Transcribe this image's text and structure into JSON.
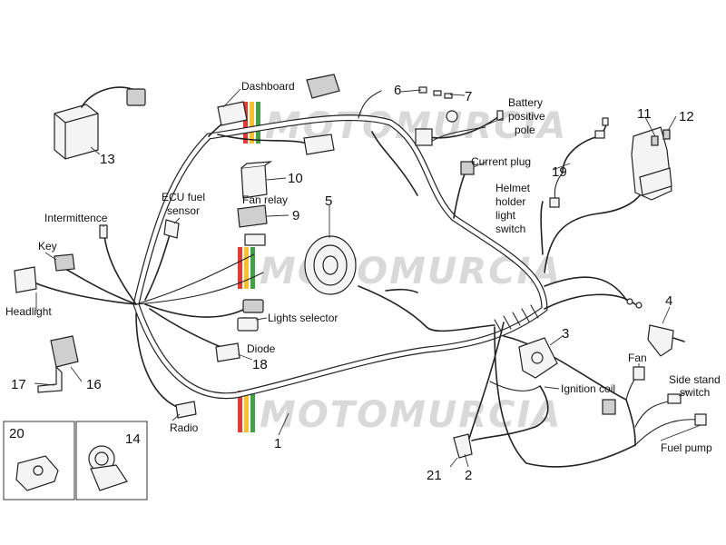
{
  "watermark": {
    "text": "MOTOMURCIA",
    "colors": [
      "#e53935",
      "#fbc02d",
      "#43a047"
    ]
  },
  "labels": {
    "dashboard": "Dashboard",
    "battery_positive_pole_1": "Battery",
    "battery_positive_pole_2": "positive",
    "battery_positive_pole_3": "pole",
    "current_plug": "Current plug",
    "helmet_1": "Helmet",
    "helmet_2": "holder",
    "helmet_3": "light",
    "helmet_4": "switch",
    "ecu_1": "ECU fuel",
    "ecu_2": "sensor",
    "fan_relay": "Fan relay",
    "intermittence": "Intermittence",
    "key": "Key",
    "headlight": "Headlight",
    "lights_selector": "Lights selector",
    "diode": "Diode",
    "radio": "Radio",
    "ignition_coil": "Ignition coil",
    "fan": "Fan",
    "side_stand_1": "Side stand",
    "side_stand_2": "switch",
    "fuel_pump": "Fuel pump"
  },
  "numbers": {
    "n1": "1",
    "n2": "2",
    "n3": "3",
    "n4": "4",
    "n5": "5",
    "n6": "6",
    "n7": "7",
    "n9": "9",
    "n10": "10",
    "n11": "11",
    "n12": "12",
    "n13": "13",
    "n14": "14",
    "n16": "16",
    "n17": "17",
    "n18": "18",
    "n19": "19",
    "n20": "20",
    "n21": "21"
  }
}
